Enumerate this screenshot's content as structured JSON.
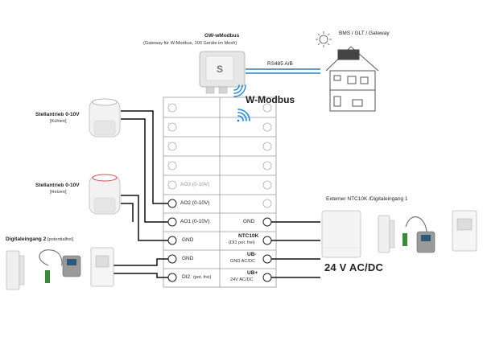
{
  "gateway": {
    "title": "GW-wModbus",
    "subtitle": "(Gateway für W-Modbus, 100 Geräte im Mesh)",
    "bus_label": "RS485 A/B",
    "protocol": "W-Modbus"
  },
  "bms": {
    "title": "BMS / GLT / Gateway"
  },
  "actuators": {
    "cool": {
      "title": "Stellantrieb 0-10V",
      "sub": "[Kühlen]"
    },
    "heat": {
      "title": "Stellantrieb 0-10V",
      "sub": "[Heizen]"
    }
  },
  "digital2": {
    "title": "Digitaleingang 2",
    "sub": "[potentialfrei]"
  },
  "external": {
    "title": "Externer NTC10K /Digitaleingang 1"
  },
  "power": {
    "label": "24 V AC/DC"
  },
  "terminals": {
    "ao3": "AO3 (0-10V)",
    "ao2": "AO2 (0-10V)",
    "ao1": "AO1 (0-10V)",
    "gnd_l1": "GND",
    "gnd_l2": "GND",
    "di2": "DI2",
    "di2_sub": "(pot. frei)",
    "gnd_r": "GND",
    "ntc": "NTC10K",
    "ntc_sub": "(DI1 pot. frei)",
    "ub_minus": "UB-",
    "ub_minus_sub": "GND AC/DC",
    "ub_plus": "UB+",
    "ub_plus_sub": "24V AC/DC"
  },
  "colors": {
    "wire": "#111111",
    "bus": "#2f7fb3",
    "wifi": "#1e88e5",
    "frame": "#9a9a9a",
    "led_red": "#e0484d"
  }
}
